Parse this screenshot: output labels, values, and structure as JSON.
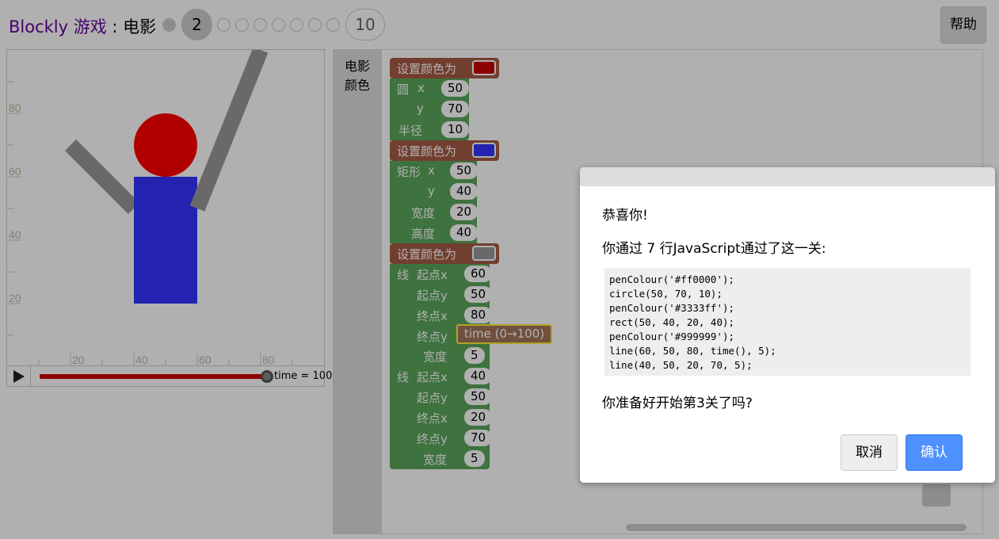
{
  "header": {
    "brand": "Blockly 游戏",
    "separator": " : ",
    "app_name": "电影",
    "current_level": "2",
    "max_level": "10",
    "help_label": "帮助"
  },
  "visualization": {
    "axis_ticks_y": [
      "80",
      "60",
      "40",
      "20"
    ],
    "axis_ticks_x": [
      "20",
      "40",
      "60",
      "80"
    ],
    "time_label": "time = 100",
    "time_progress": 1.0
  },
  "toolbox": {
    "categories": [
      "电影",
      "颜色"
    ]
  },
  "blocks": {
    "set_colour": "设置颜色为",
    "circle": "圆",
    "rect": "矩形",
    "line": "线",
    "x": "x",
    "y": "y",
    "radius": "半径",
    "width": "宽度",
    "height": "高度",
    "start_x": "起点x",
    "start_y": "起点y",
    "end_x": "终点x",
    "end_y": "终点y",
    "time_block": "time (0→100)",
    "colors": {
      "red": "#cc0000",
      "blue": "#3333ff",
      "grey": "#999999"
    },
    "values": {
      "circle_x": "50",
      "circle_y": "70",
      "circle_r": "10",
      "rect_x": "50",
      "rect_y": "40",
      "rect_w": "20",
      "rect_h": "40",
      "line1_x1": "60",
      "line1_y1": "50",
      "line1_x2": "80",
      "line1_w": "5",
      "line2_x1": "40",
      "line2_y1": "50",
      "line2_x2": "20",
      "line2_y2": "70",
      "line2_w": "5"
    }
  },
  "dialog": {
    "congrats": "恭喜你!",
    "lines_message": "你通过 7 行JavaScript通过了这一关:",
    "code": [
      "penColour('#ff0000');",
      "circle(50, 70, 10);",
      "penColour('#3333ff');",
      "rect(50, 40, 20, 40);",
      "penColour('#999999');",
      "line(60, 50, 80, time(), 5);",
      "line(40, 50, 20, 70, 5);"
    ],
    "question": "你准备好开始第3关了吗?",
    "cancel_label": "取消",
    "ok_label": "确认"
  }
}
